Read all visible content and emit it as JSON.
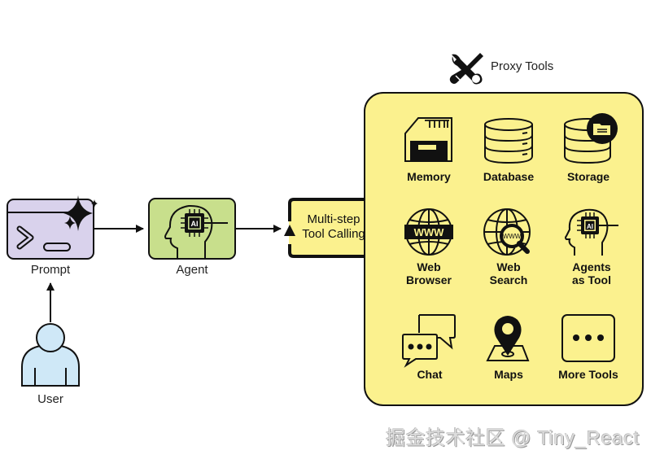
{
  "nodes": {
    "prompt": {
      "label": "Prompt",
      "color": "#d9d2ec"
    },
    "user": {
      "label": "User",
      "color": "#cfe8f7"
    },
    "agent": {
      "label": "Agent",
      "color": "#c8df8c",
      "chip_text": "AI"
    },
    "multistep": {
      "line1": "Multi-step",
      "line2": "Tool Calling",
      "color": "#fbf18e"
    }
  },
  "proxy_tools": {
    "title": "Proxy Tools",
    "panel_color": "#fbf18e",
    "tools": [
      {
        "id": "memory",
        "line1": "Memory",
        "line2": ""
      },
      {
        "id": "database",
        "line1": "Database",
        "line2": ""
      },
      {
        "id": "storage",
        "line1": "Storage",
        "line2": ""
      },
      {
        "id": "web-browser",
        "line1": "Web",
        "line2": "Browser",
        "icon_text": "WWW"
      },
      {
        "id": "web-search",
        "line1": "Web",
        "line2": "Search",
        "icon_text": "WWW"
      },
      {
        "id": "agents-as-tool",
        "line1": "Agents",
        "line2": "as Tool",
        "icon_text": "AI"
      },
      {
        "id": "chat",
        "line1": "Chat",
        "line2": ""
      },
      {
        "id": "maps",
        "line1": "Maps",
        "line2": ""
      },
      {
        "id": "more-tools",
        "line1": "More Tools",
        "line2": ""
      }
    ]
  },
  "watermark": "掘金技术社区 @ Tiny_React"
}
